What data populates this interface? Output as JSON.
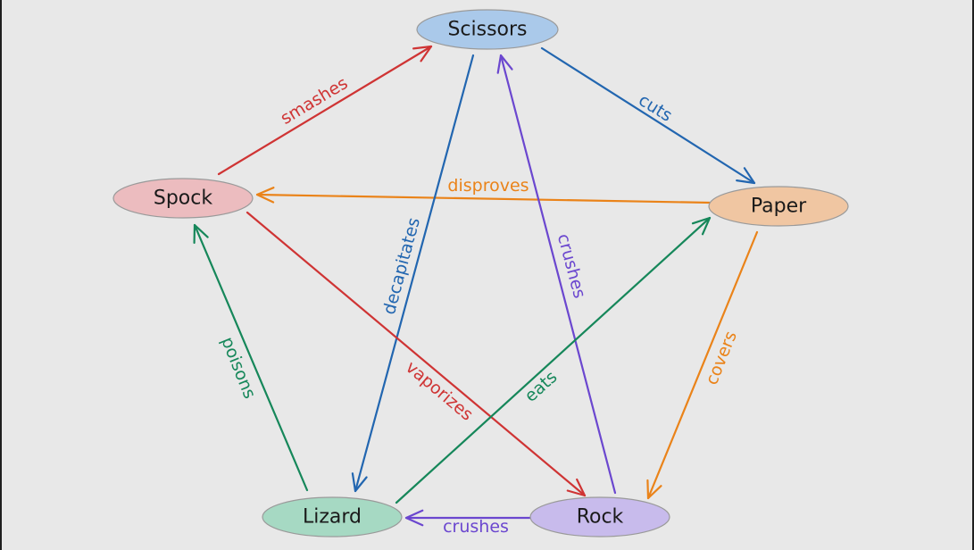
{
  "diagram": {
    "colors": {
      "background": "#e8e8e8",
      "red": "#cf3434",
      "blue": "#2266b0",
      "orange": "#ea8319",
      "purple": "#6b47cf",
      "green": "#16875a"
    },
    "nodes": [
      {
        "id": "scissors",
        "label": "Scissors",
        "fill": "#aac9ea"
      },
      {
        "id": "spock",
        "label": "Spock",
        "fill": "#ecbcbf"
      },
      {
        "id": "paper",
        "label": "Paper",
        "fill": "#f0c6a2"
      },
      {
        "id": "lizard",
        "label": "Lizard",
        "fill": "#a6d9c3"
      },
      {
        "id": "rock",
        "label": "Rock",
        "fill": "#c8bbec"
      }
    ],
    "edges": [
      {
        "id": "spock-smashes-scissors",
        "from": "spock",
        "to": "scissors",
        "label": "smashes",
        "color": "#cf3434"
      },
      {
        "id": "scissors-cuts-paper",
        "from": "scissors",
        "to": "paper",
        "label": "cuts",
        "color": "#2266b0"
      },
      {
        "id": "paper-disproves-spock",
        "from": "paper",
        "to": "spock",
        "label": "disproves",
        "color": "#ea8319"
      },
      {
        "id": "scissors-decapitates-lizard",
        "from": "scissors",
        "to": "lizard",
        "label": "decapitates",
        "color": "#2266b0"
      },
      {
        "id": "rock-crushes-scissors",
        "from": "rock",
        "to": "scissors",
        "label": "crushes",
        "color": "#6b47cf"
      },
      {
        "id": "spock-vaporizes-rock",
        "from": "spock",
        "to": "rock",
        "label": "vaporizes",
        "color": "#cf3434"
      },
      {
        "id": "lizard-eats-paper",
        "from": "lizard",
        "to": "paper",
        "label": "eats",
        "color": "#16875a"
      },
      {
        "id": "paper-covers-rock",
        "from": "paper",
        "to": "rock",
        "label": "covers",
        "color": "#ea8319"
      },
      {
        "id": "lizard-poisons-spock",
        "from": "lizard",
        "to": "spock",
        "label": "poisons",
        "color": "#16875a"
      },
      {
        "id": "rock-crushes-lizard",
        "from": "rock",
        "to": "lizard",
        "label": "crushes",
        "color": "#6b47cf"
      }
    ]
  }
}
